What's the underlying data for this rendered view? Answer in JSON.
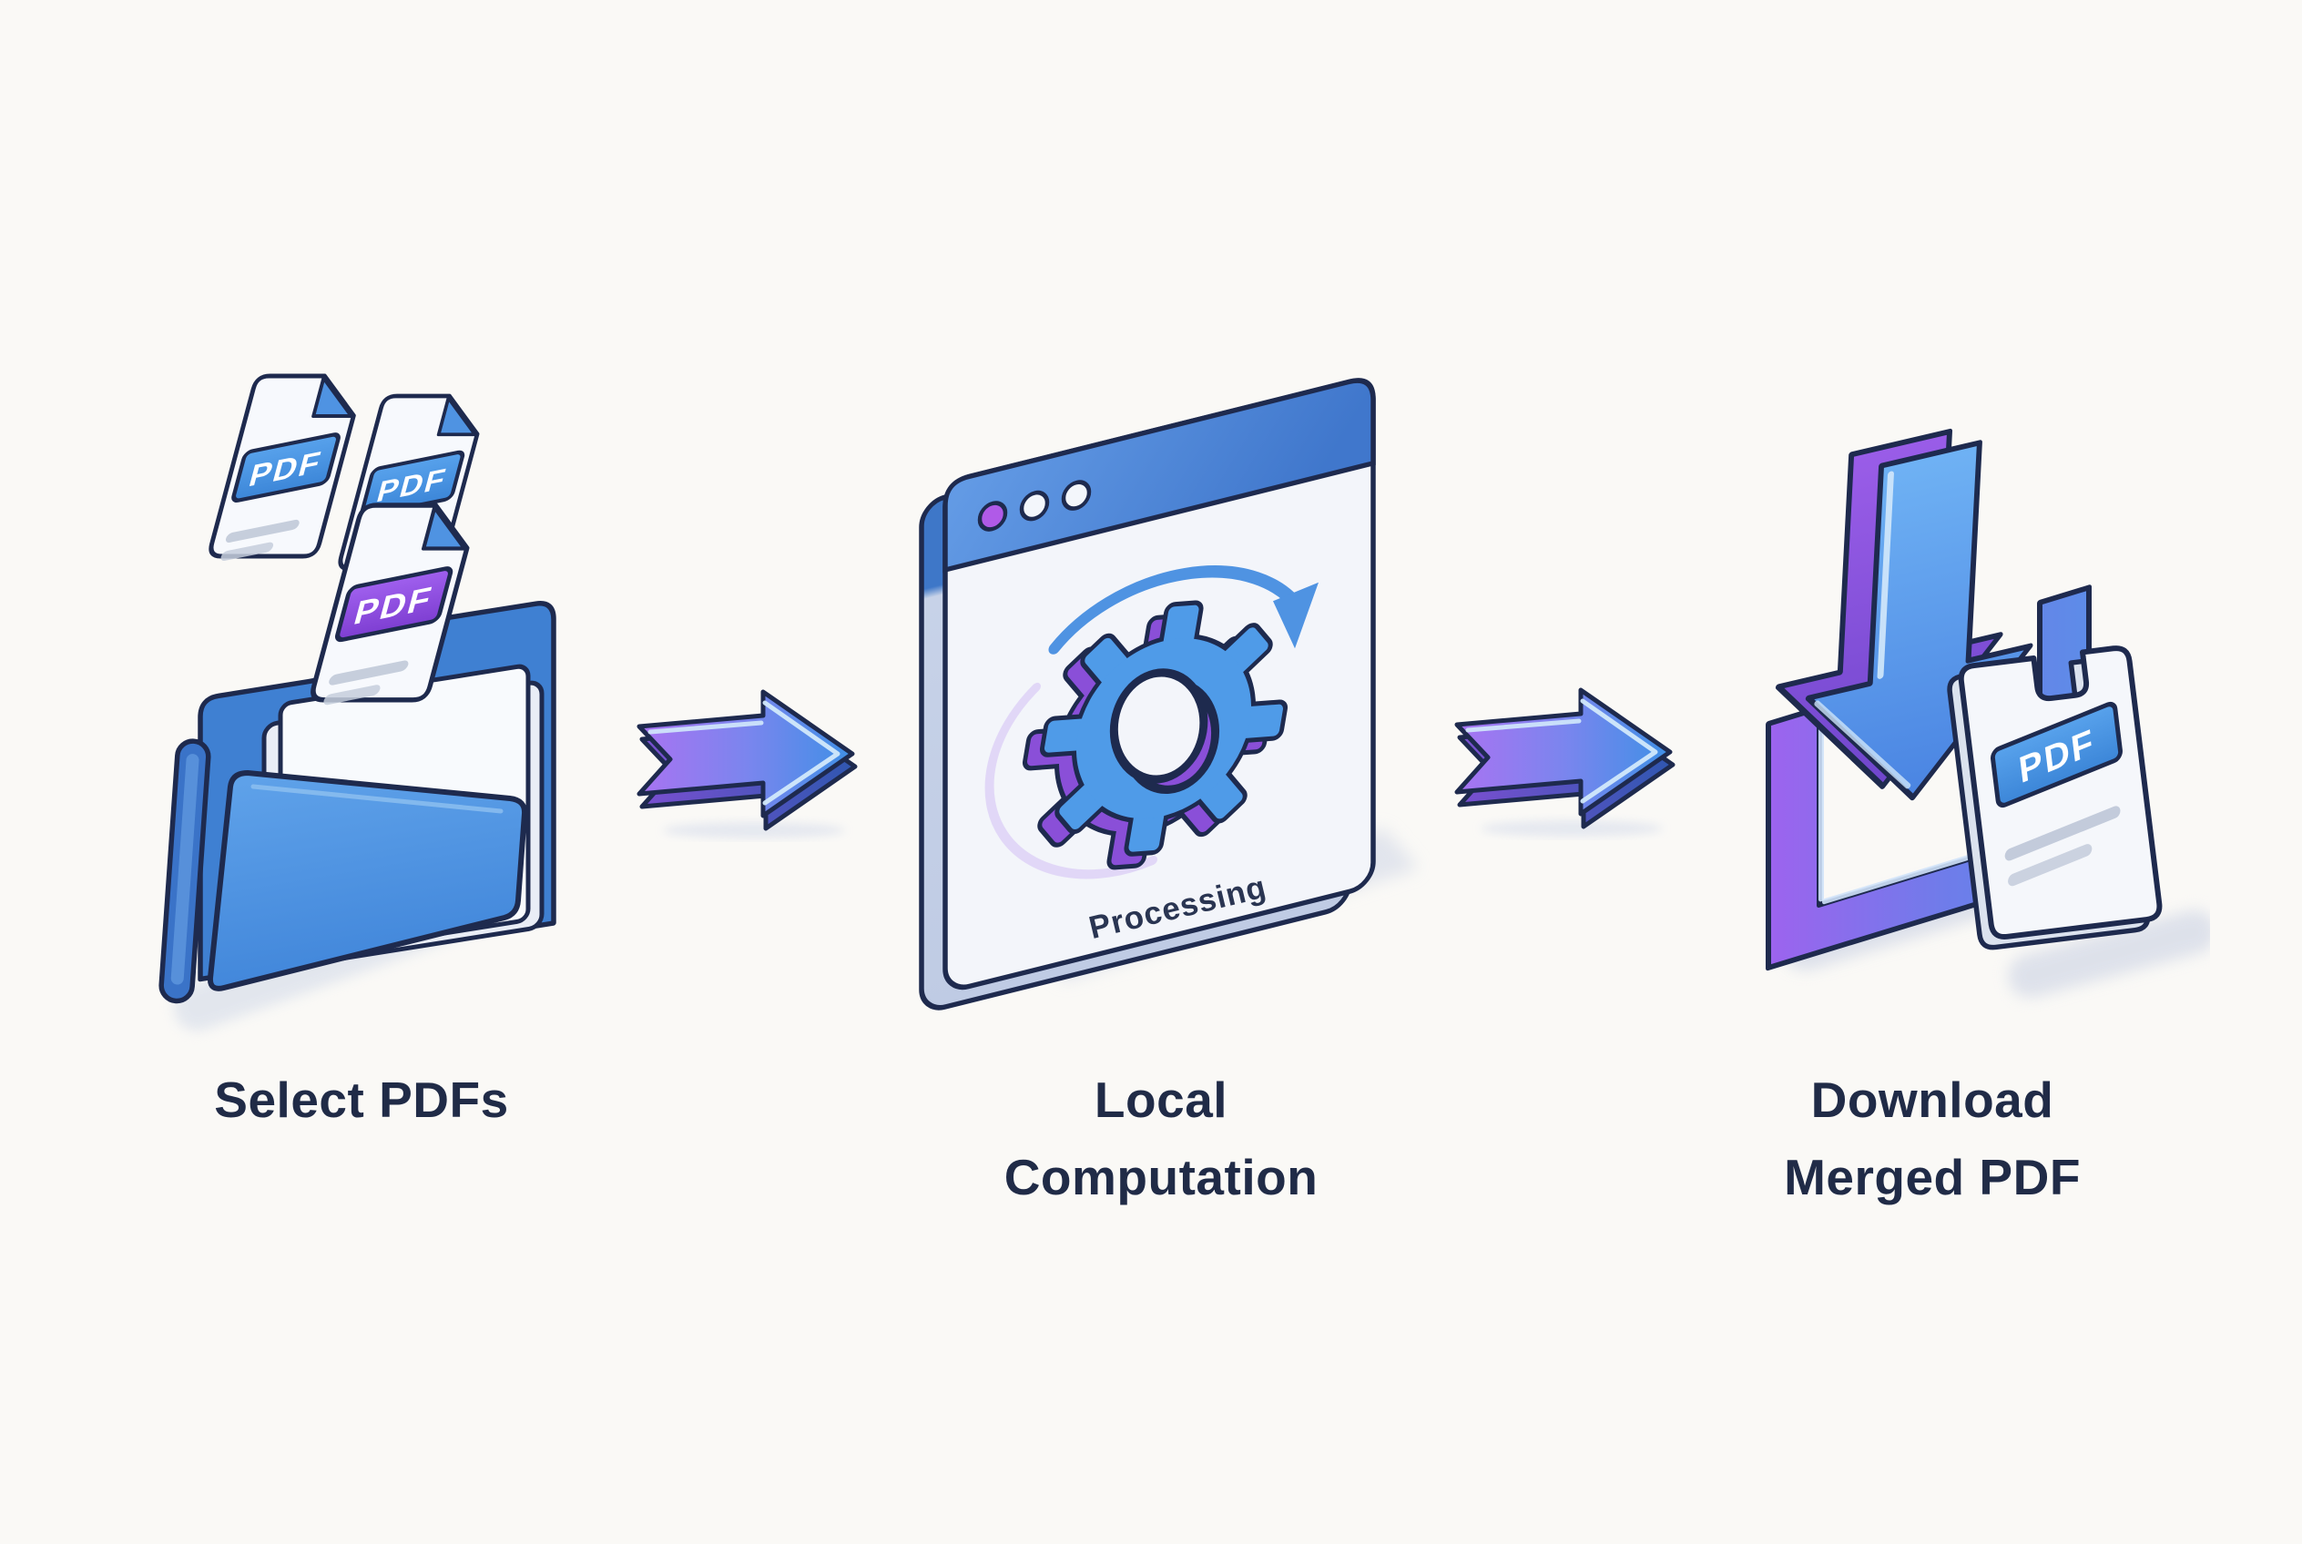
{
  "background_color": "#faf9f6",
  "palette": {
    "outline_navy": "#1e2a4e",
    "label_navy": "#202b47",
    "blue": "#4a90e0",
    "purple": "#8b52dc",
    "doc_white": "#f5f7fb",
    "shadow_gray": "#d9dee9"
  },
  "steps": [
    {
      "label": "Select PDFs",
      "illustration": "folder-with-pdf-files",
      "pdf_badges": [
        "PDF",
        "PDF",
        "PDF"
      ]
    },
    {
      "label": "Local Computation",
      "illustration": "browser-window-processing-gear",
      "status_text": "Processing"
    },
    {
      "label": "Download Merged PDF",
      "illustration": "download-arrow-tray-with-merged-pdf",
      "pdf_badges": [
        "PDF"
      ]
    }
  ],
  "connectors": [
    {
      "type": "arrow-right"
    },
    {
      "type": "arrow-right"
    }
  ]
}
